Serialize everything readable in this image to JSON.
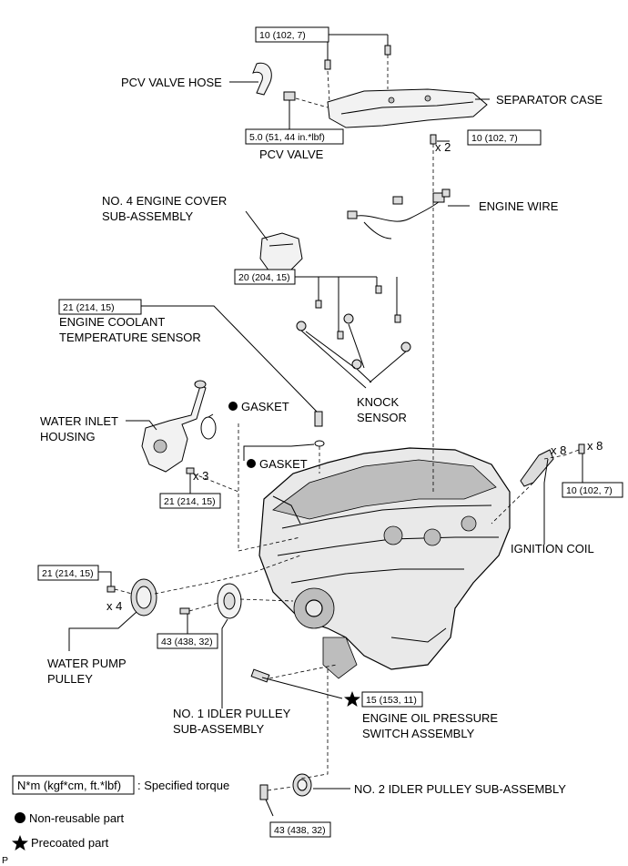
{
  "labels": {
    "pcv_valve_hose": "PCV VALVE HOSE",
    "separator_case": "SEPARATOR CASE",
    "pcv_valve": "PCV VALVE",
    "no4_engine_cover_l1": "NO. 4 ENGINE COVER",
    "no4_engine_cover_l2": "SUB-ASSEMBLY",
    "engine_wire": "ENGINE WIRE",
    "ect_sensor_l1": "ENGINE COOLANT",
    "ect_sensor_l2": "TEMPERATURE SENSOR",
    "gasket_top": "GASKET",
    "water_inlet_l1": "WATER INLET",
    "water_inlet_l2": "HOUSING",
    "knock_sensor_l1": "KNOCK",
    "knock_sensor_l2": "SENSOR",
    "gasket_mid": "GASKET",
    "ignition_coil": "IGNITION COIL",
    "water_pump_l1": "WATER PUMP",
    "water_pump_l2": "PULLEY",
    "no1_idler_l1": "NO. 1 IDLER PULLEY",
    "no1_idler_l2": "SUB-ASSEMBLY",
    "oil_pressure_l1": "ENGINE OIL PRESSURE",
    "oil_pressure_l2": "SWITCH ASSEMBLY",
    "no2_idler": "NO. 2 IDLER PULLEY SUB-ASSEMBLY"
  },
  "torques": {
    "separator_bolts": "10 (102, 7)",
    "pcv_valve": "5.0 (51, 44 in.*lbf)",
    "separator_bolts_2": "10 (102, 7)",
    "knock_sensor": "20 (204, 15)",
    "ect_sensor": "21 (214, 15)",
    "water_inlet": "21 (214, 15)",
    "ignition_coil": "10 (102, 7)",
    "water_pump": "21 (214, 15)",
    "no1_idler": "43 (438, 32)",
    "oil_pressure": "15 (153, 11)",
    "no2_idler": "43 (438, 32)"
  },
  "quantities": {
    "separator_bolt_qty": "x 2",
    "water_inlet_qty": "x 3",
    "coil_qty": "x 8",
    "coil_bolt_qty": "x 8",
    "water_pump_qty": "x 4"
  },
  "legend": {
    "torque_box": "N*m (kgf*cm, ft.*lbf)",
    "torque_text": ": Specified torque",
    "non_reusable": "Non-reusable part",
    "precoated": "Precoated part"
  },
  "corner_mark": "P"
}
